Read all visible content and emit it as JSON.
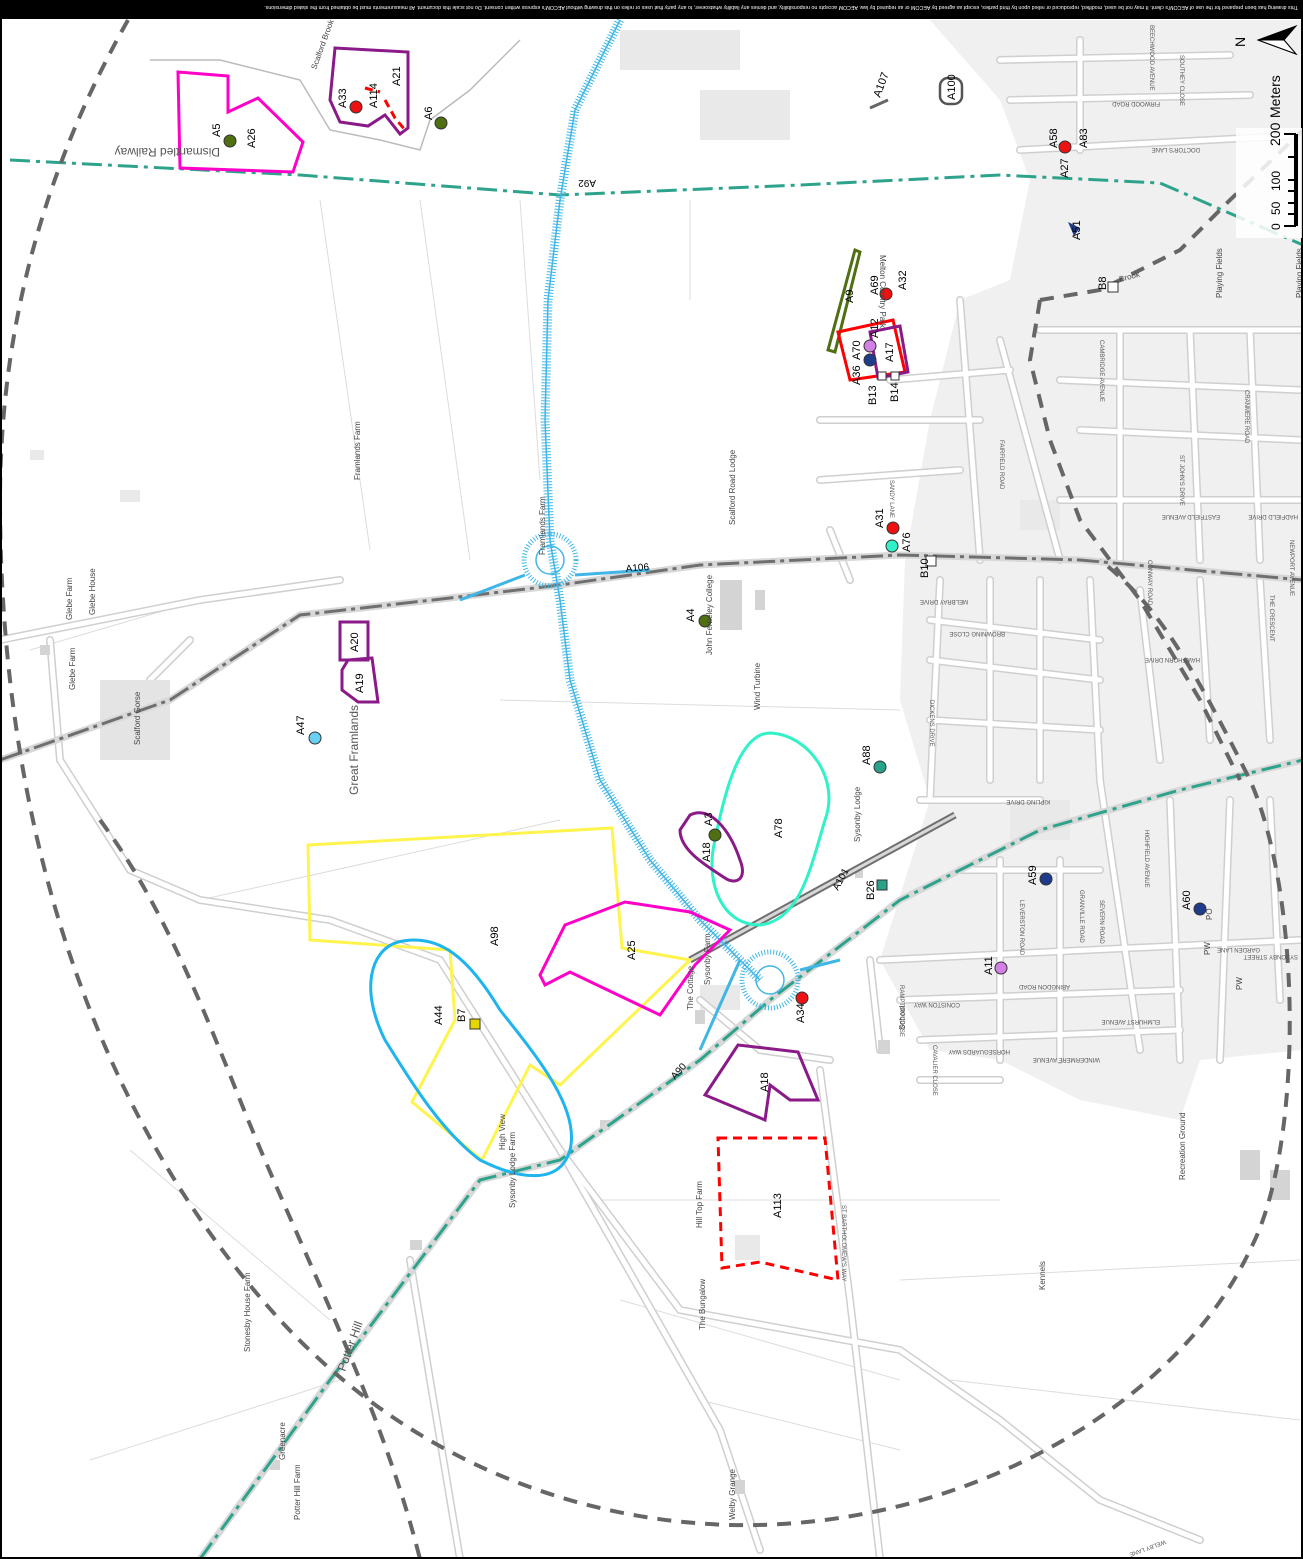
{
  "disclaimer": "This drawing has been prepared for the use of AECOM's client. It may not be used, modified, reproduced or relied upon by third parties, except as agreed by AECOM or as required by law. AECOM accepts no responsibility, and denies any liability whatsoever, to any party that uses or relies on this drawing without AECOM's express written consent. Do not scale this document. All measurements must be obtained from the stated dimensions.",
  "north_arrow": {
    "letter": "N",
    "icon": "north-arrow-icon"
  },
  "scale_bar": {
    "ticks": [
      "0",
      "50",
      "100",
      "200"
    ],
    "unit": "Meters"
  },
  "colors": {
    "study_area": "#666666",
    "railway": "#2ea38c",
    "road_dark": "#707070",
    "rail_cyan": "#41b6e6",
    "magenta": "#ff00c8",
    "purple": "#8b1a89",
    "red": "#ff0000",
    "olive": "#4f6f12",
    "teal": "#2ff2c8",
    "yellow": "#fff34d",
    "blue": "#1eb4ee",
    "dark_red": "#c81414",
    "point_red": "#ee1111",
    "point_olive": "#4f6f12",
    "point_navy": "#1f3b8c",
    "point_violet": "#d47fe6",
    "point_teal": "#28a38a",
    "point_lightblue": "#6ad0f2"
  },
  "roads": {
    "r1": "A92",
    "r2": "A106",
    "r3": "A101",
    "r4": "A90"
  },
  "features": {
    "f_A5": "A5",
    "f_A26": "A26",
    "f_A33": "A33",
    "f_A114": "A114",
    "f_A21": "A21",
    "f_A6": "A6",
    "f_A107": "A107",
    "f_A100": "A100",
    "f_A58": "A58",
    "f_A83": "A83",
    "f_A27": "A27",
    "f_A51": "A51",
    "f_B8": "B8",
    "f_A9": "A9",
    "f_A69": "A69",
    "f_A32": "A32",
    "f_A12": "A12",
    "f_A70": "A70",
    "f_A17": "A17",
    "f_A36": "A36",
    "f_B13": "B13",
    "f_B14": "B14",
    "f_A31": "A31",
    "f_A76": "A76",
    "f_B10": "B10",
    "f_A4": "A4",
    "f_A20": "A20",
    "f_A19": "A19",
    "f_A47": "A47",
    "f_A88": "A88",
    "f_A3": "A3",
    "f_A18a": "A18",
    "f_A78": "A78",
    "f_B26": "B26",
    "f_A59": "A59",
    "f_A60": "A60",
    "f_A98": "A98",
    "f_A25": "A25",
    "f_A11": "A11",
    "f_A34": "A34",
    "f_A44": "A44",
    "f_B7": "B7",
    "f_A18b": "A18",
    "f_A113": "A113"
  },
  "places": {
    "p1": "Dismantled Railway",
    "p2": "Scalford Brook",
    "p3": "Great Framlands",
    "p4": "Framlands Farm",
    "p5": "Glebe Farm",
    "p6": "Glebe House",
    "p7": "Glebe Farm",
    "p8": "Scalford Gorse",
    "p9": "Scalford Road Lodge",
    "p10": "Framlands Farm",
    "p11": "John Ferneley College",
    "p12": "Wind Turbine",
    "p13": "Sysonby Lodge",
    "p14": "Sysonby Farm",
    "p15": "The Cottage",
    "p16": "High View",
    "p17": "Sysonby Lodge Farm",
    "p18": "Hill Top Farm",
    "p19": "The Bungalow",
    "p20": "Stonesby House Farm",
    "p21": "Potter Hill",
    "p22": "Greenacre",
    "p23": "Potter Hill Farm",
    "p24": "Welby Grange",
    "p25": "Kennels",
    "p26": "Recreation Ground",
    "p27": "School",
    "p28": "Playing Fields",
    "p29": "Playing Fields",
    "p30": "Melton Country Park",
    "p31": "PW",
    "p32": "PO",
    "p33": "PW",
    "p34": "Brook"
  },
  "streets": {
    "s1": "FIRWOOD ROAD",
    "s2": "DOCTOR'S LANE",
    "s3": "BEECHWOOD AVENUE",
    "s4": "SOUTHEY CLOSE",
    "s5": "MELBRAY DRIVE",
    "s6": "BROWNING CLOSE",
    "s7": "HAWTHORN DRIVE",
    "s8": "KIPLING DRIVE",
    "s9": "SANDY LANE",
    "s10": "DICKENS DRIVE",
    "s11": "ABINGDON ROAD",
    "s12": "CONISTON WAY",
    "s13": "RAMPTON CLOSE",
    "s14": "ELMHURST AVENUE",
    "s15": "HORSEGUARDS WAY",
    "s16": "WINDERMERE AVENUE",
    "s17": "GARDEN LANE",
    "s18": "SYSONBY STREET",
    "s19": "ST BARTHOLOMEW'S WAY",
    "s20": "WELBY LANE",
    "s21": "EASTFIELD AVENUE",
    "s22": "HADFIELD DRIVE",
    "s23": "NEWPORT AVENUE",
    "s24": "THE CRESCENT",
    "s25": "CONWAY ROAD",
    "s26": "FAIRFIELD ROAD",
    "s27": "HIGHFIELD AVENUE",
    "s28": "CRANMERE ROAD",
    "s29": "LEVERSTON ROAD",
    "s30": "GRANVILLE ROAD",
    "s31": "CAVALIER CLOSE",
    "s32": "SEVERN ROAD",
    "s33": "CAMBRIDGE AVENUE",
    "s34": "ST JOHN'S DRIVE"
  }
}
